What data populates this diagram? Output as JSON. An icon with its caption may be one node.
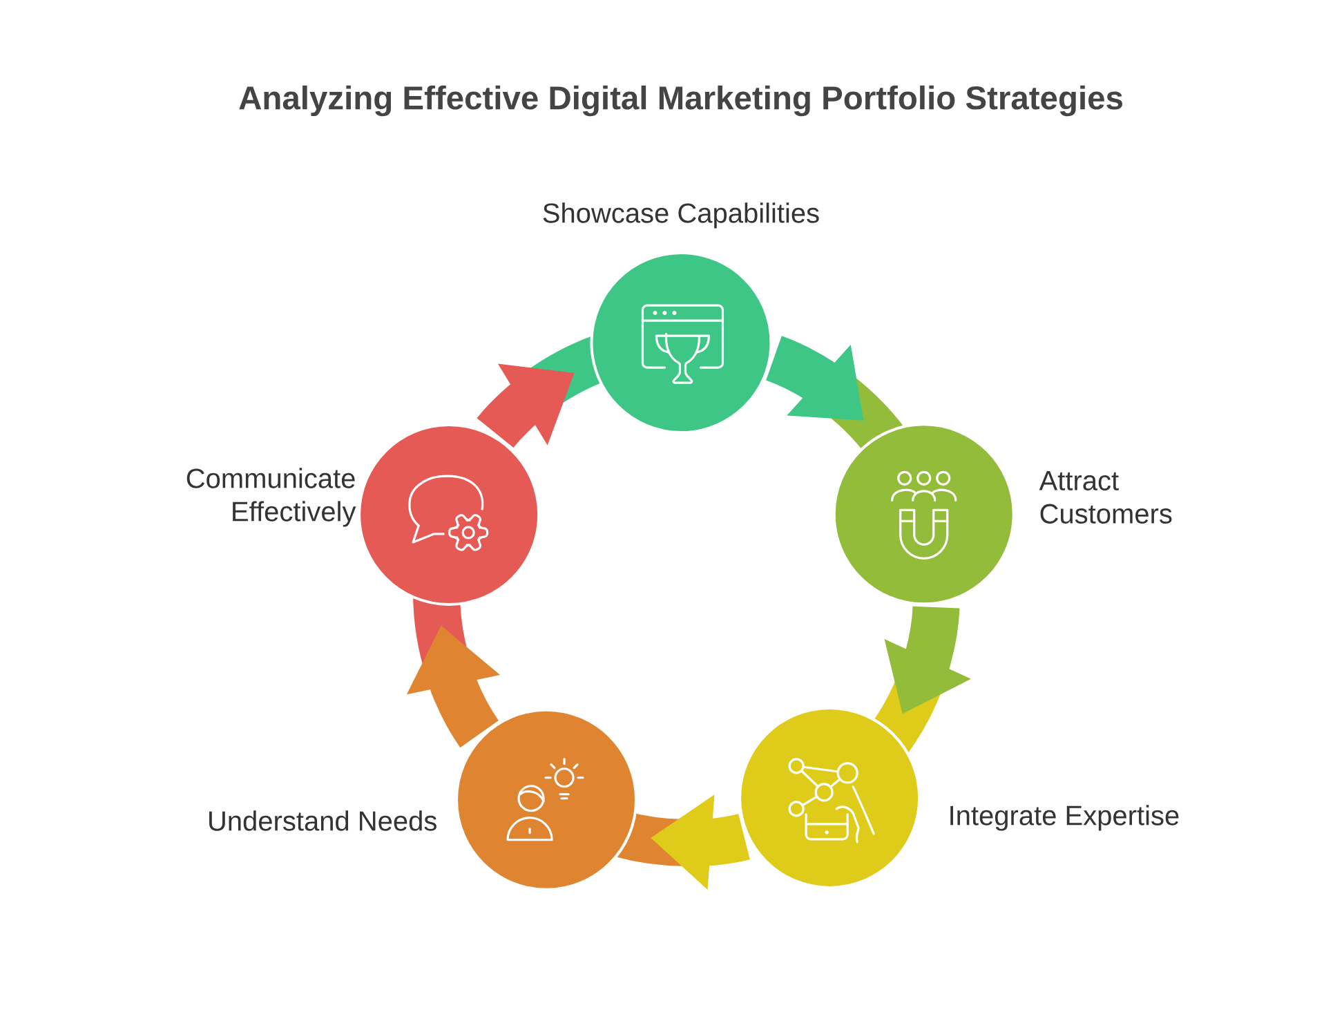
{
  "diagram": {
    "title": "Analyzing Effective Digital Marketing Portfolio Strategies",
    "nodes": [
      {
        "text": [],
        "shape": "circle",
        "beside": [
          "Showcase Capabilities"
        ]
      },
      {
        "text": [],
        "shape": "circle",
        "beside": [
          "Attract Customers"
        ]
      },
      {
        "text": [],
        "shape": "circle",
        "beside": [
          "Integrate Expertise"
        ]
      },
      {
        "text": [],
        "shape": "circle",
        "beside": [
          "Understand Needs"
        ]
      },
      {
        "text": [],
        "shape": "circle",
        "beside": [
          "Communicate Effectively"
        ]
      }
    ],
    "edges": [
      {
        "from": 0,
        "to": 1,
        "arrow": "to",
        "color": "#3ec686"
      },
      {
        "from": 1,
        "to": 2,
        "arrow": "to",
        "color": "#93bc3b"
      },
      {
        "from": 2,
        "to": 3,
        "arrow": "to",
        "color": "#dfcb1a"
      },
      {
        "from": 3,
        "to": 4,
        "arrow": "to",
        "color": "#df8532"
      },
      {
        "from": 4,
        "to": 0,
        "arrow": "to",
        "color": "#e55a55"
      }
    ]
  }
}
